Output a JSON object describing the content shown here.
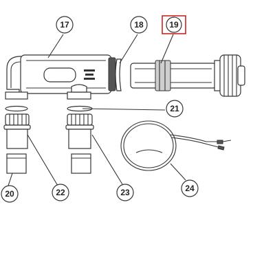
{
  "callouts": {
    "c17": "17",
    "c18": "18",
    "c19": "19",
    "c20": "20",
    "c21": "21",
    "c22": "22",
    "c23": "23",
    "c24": "24"
  },
  "highlight_color": "#cc2222"
}
